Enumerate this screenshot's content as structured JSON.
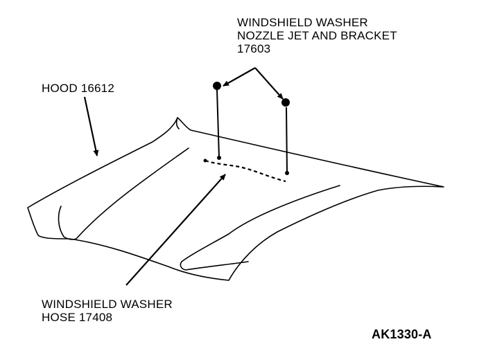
{
  "labels": {
    "nozzle": {
      "line1": "WINDSHIELD WASHER",
      "line2": "NOZZLE JET AND BRACKET",
      "line3": "17603"
    },
    "hood": "HOOD 16612",
    "hose": {
      "line1": "WINDSHIELD WASHER",
      "line2": "HOSE 17408"
    },
    "figure_id": "AK1330-A"
  },
  "colors": {
    "ink": "#000000",
    "paper": "#ffffff"
  }
}
